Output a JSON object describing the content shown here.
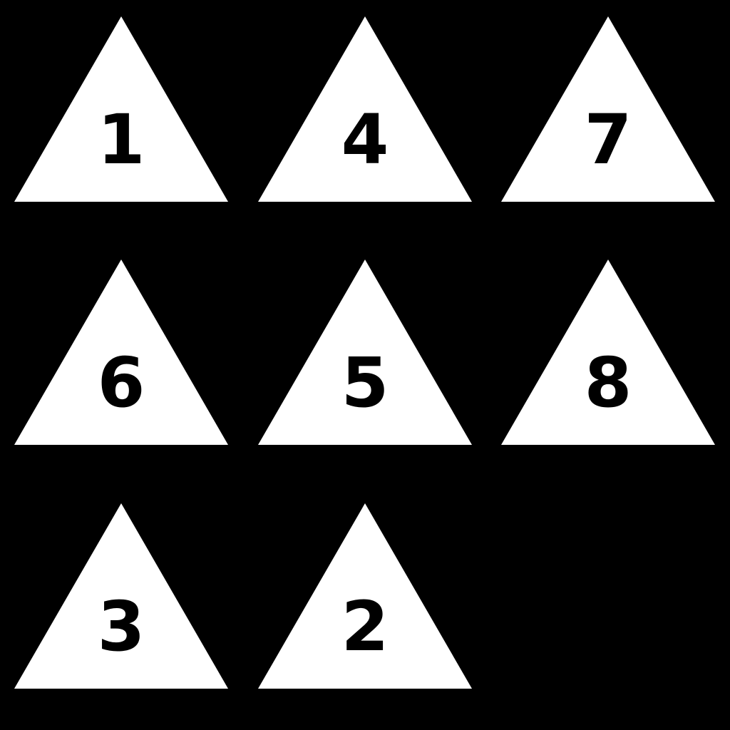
{
  "board": {
    "background": "#000000",
    "tile_color": "#ffffff",
    "text_color": "#000000",
    "tiles": [
      {
        "number": "1"
      },
      {
        "number": "4"
      },
      {
        "number": "7"
      },
      {
        "number": "6"
      },
      {
        "number": "5"
      },
      {
        "number": "8"
      },
      {
        "number": "3"
      },
      {
        "number": "2"
      }
    ]
  }
}
